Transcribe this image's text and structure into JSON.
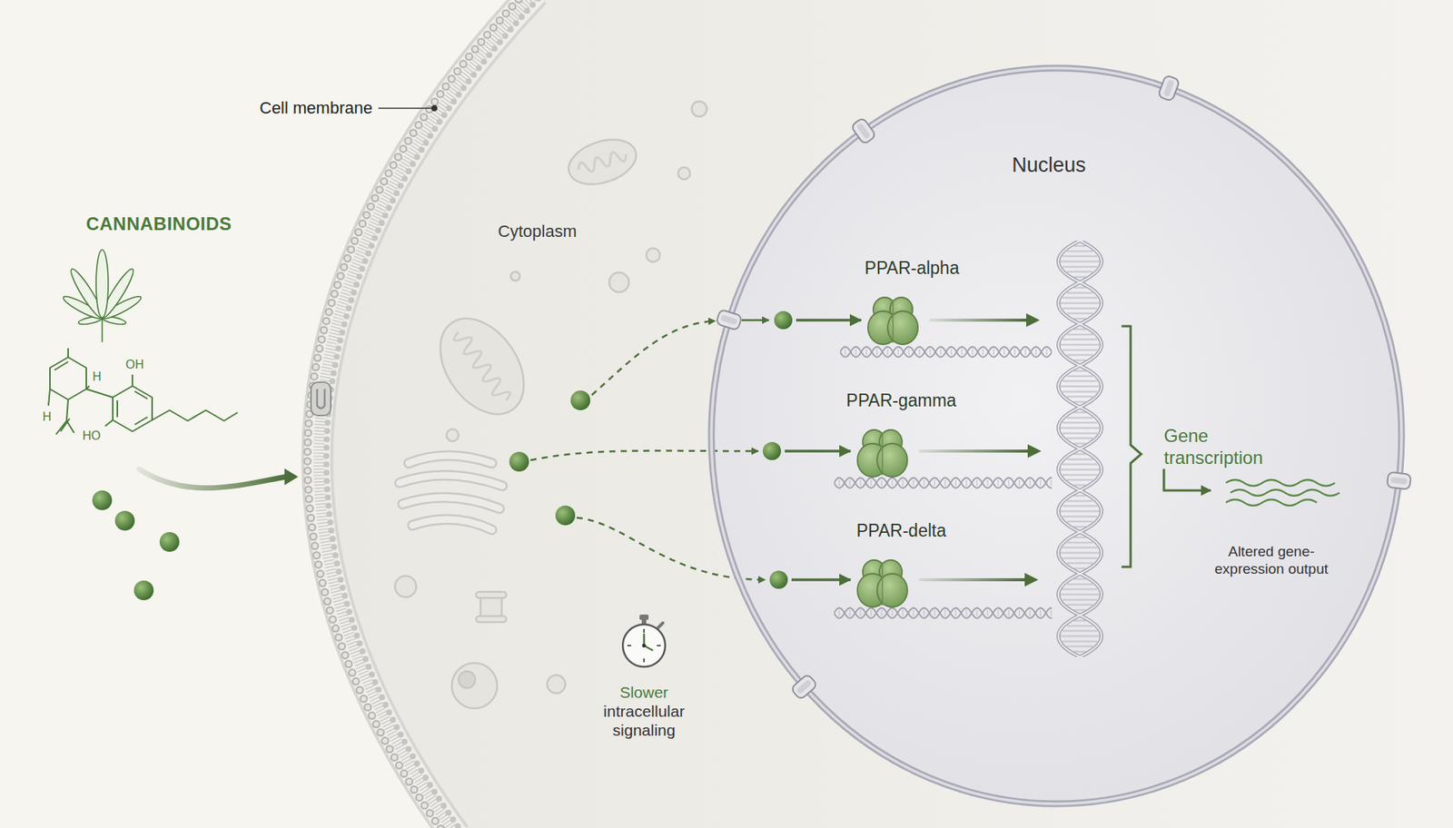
{
  "diagram": {
    "nodes": [
      {
        "text": [
          "Cytoplasm"
        ]
      },
      {
        "text": [
          "Nucleus"
        ],
        "in": 0
      },
      {
        "text": [
          "PPAR-alpha"
        ],
        "in": 1
      },
      {
        "text": [
          "PPAR-gamma"
        ],
        "in": 1
      },
      {
        "text": [
          "PPAR-delta"
        ],
        "in": 1
      },
      {
        "text": [
          "Gene transcription"
        ],
        "in": 1
      },
      {
        "text": [
          "Altered gene-expression output"
        ],
        "in": 1
      }
    ],
    "edges": [
      {
        "from": 5,
        "to": 6,
        "arrow": "to"
      }
    ],
    "labels": [
      "Cell membrane",
      "CANNABINOIDS",
      "OH",
      "H",
      "H",
      "HO",
      "Slower intracellular signaling"
    ]
  }
}
